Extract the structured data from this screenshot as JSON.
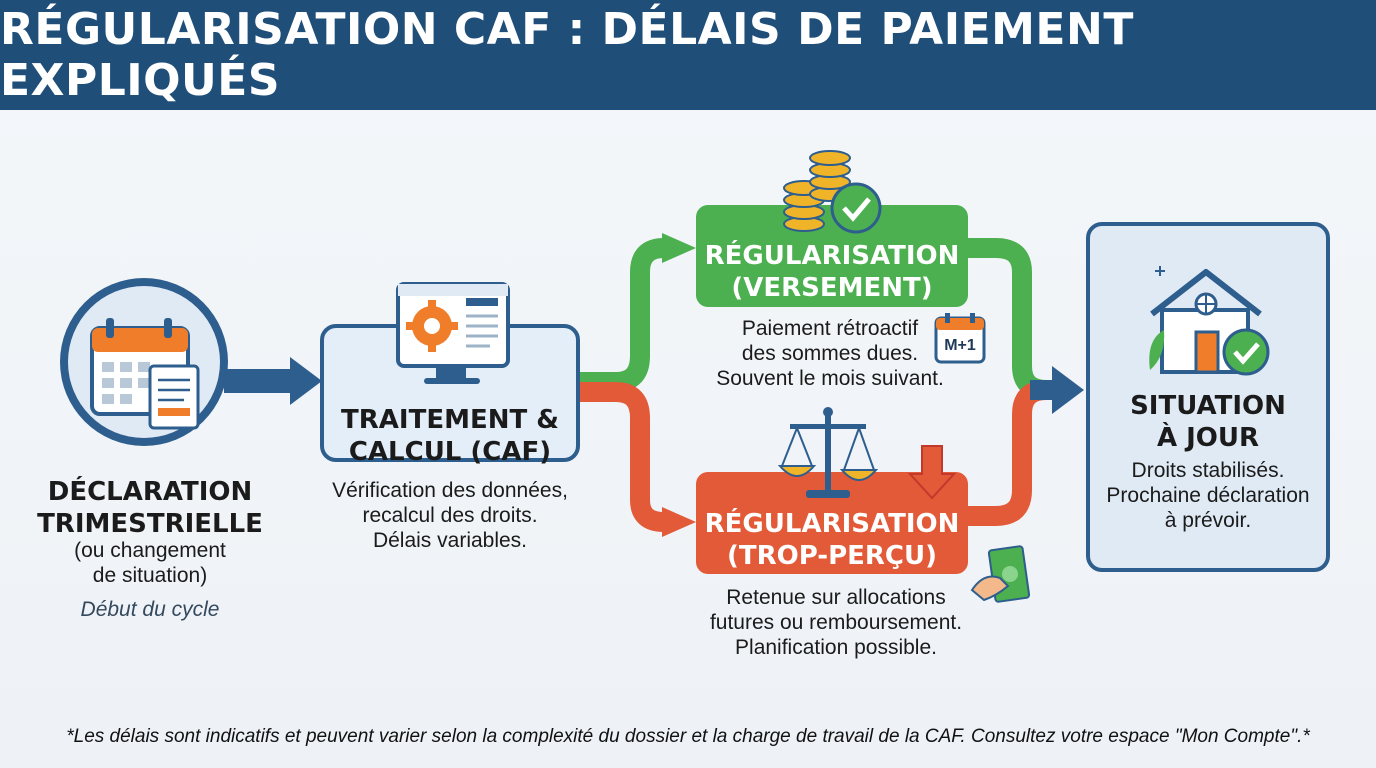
{
  "title": "RÉGULARISATION CAF : DÉLAIS DE PAIEMENT EXPLIQUÉS",
  "step1": {
    "title_line1": "DÉCLARATION",
    "title_line2": "TRIMESTRIELLE",
    "sub_line1": "(ou changement",
    "sub_line2": "de situation)",
    "note": "Début du cycle",
    "icon": "calendar-document-icon"
  },
  "step2": {
    "title_line1": "TRAITEMENT &",
    "title_line2": "CALCUL (CAF)",
    "desc_line1": "Vérification des données,",
    "desc_line2": "recalcul des droits.",
    "desc_line3": "Délais variables.",
    "icon": "computer-gear-icon"
  },
  "branch_up": {
    "title_line1": "RÉGULARISATION",
    "title_line2": "(VERSEMENT)",
    "desc_line1": "Paiement rétroactif",
    "desc_line2": "des sommes dues.",
    "desc_line3": "Souvent le mois suivant.",
    "calendar_badge": "M+1",
    "color": "#4caf50",
    "icon": "coins-check-icon"
  },
  "branch_down": {
    "title_line1": "RÉGULARISATION",
    "title_line2": "(TROP-PERÇU)",
    "desc_line1": "Retenue sur allocations",
    "desc_line2": "futures ou remboursement.",
    "desc_line3": "Planification possible.",
    "color": "#e35a38",
    "icon": "scales-down-arrow-icon"
  },
  "step_final": {
    "title_line1": "SITUATION",
    "title_line2": "À JOUR",
    "desc_line1": "Droits stabilisés.",
    "desc_line2": "Prochaine déclaration",
    "desc_line3": "à prévoir.",
    "icon": "house-check-icon"
  },
  "footnote": "*Les délais sont indicatifs et peuvent varier selon la complexité du dossier et la charge de travail de la CAF. Consultez votre espace \"Mon Compte\".*",
  "colors": {
    "banner": "#1f4e79",
    "blue_accent": "#2e5e8e",
    "green": "#4caf50",
    "red": "#e35a38",
    "orange": "#f07d2a"
  }
}
